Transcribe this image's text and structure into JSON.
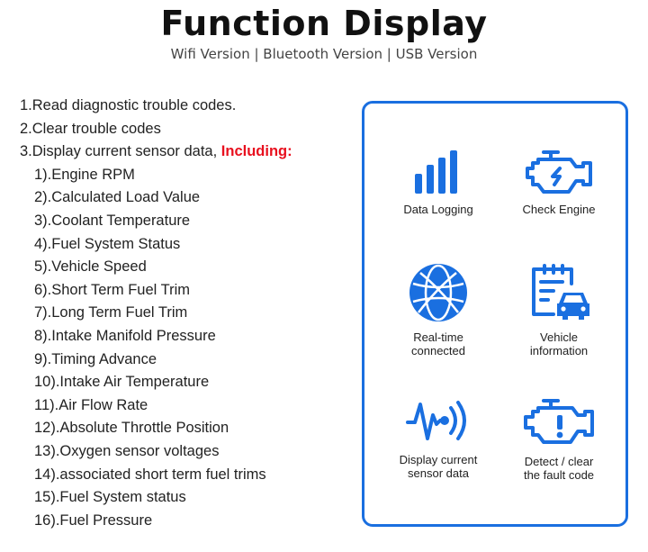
{
  "header": {
    "title": "Function Display",
    "subtitle": "Wifi Version | Bluetooth Version | USB Version"
  },
  "functions": {
    "item1": "1.Read diagnostic trouble codes.",
    "item2": "2.Clear trouble codes",
    "item3_prefix": "3.Display current sensor data, ",
    "item3_highlight": "Including:",
    "sensor_data": [
      "1).Engine RPM",
      "2).Calculated Load Value",
      "3).Coolant Temperature",
      "4).Fuel System Status",
      "5).Vehicle Speed",
      "6).Short Term Fuel Trim",
      "7).Long Term Fuel Trim",
      "8).Intake Manifold Pressure",
      "9).Timing Advance",
      "10).Intake Air Temperature",
      "11).Air Flow Rate",
      "12).Absolute Throttle Position",
      "13).Oxygen sensor voltages",
      "14).associated short term fuel trims",
      "15).Fuel System status",
      "16).Fuel Pressure"
    ]
  },
  "features": [
    {
      "label": "Data Logging",
      "icon": "bar-chart-icon"
    },
    {
      "label": "Check Engine",
      "icon": "engine-icon"
    },
    {
      "label": "Real-time\nconnected",
      "icon": "globe-icon"
    },
    {
      "label": "Vehicle\ninformation",
      "icon": "clipboard-car-icon"
    },
    {
      "label": "Display current\nsensor data",
      "icon": "signal-wave-icon"
    },
    {
      "label": "Detect / clear\nthe fault code",
      "icon": "engine-warning-icon"
    }
  ],
  "colors": {
    "accent_blue": "#1a6fe0",
    "highlight_red": "#e8101e",
    "text": "#222222"
  }
}
